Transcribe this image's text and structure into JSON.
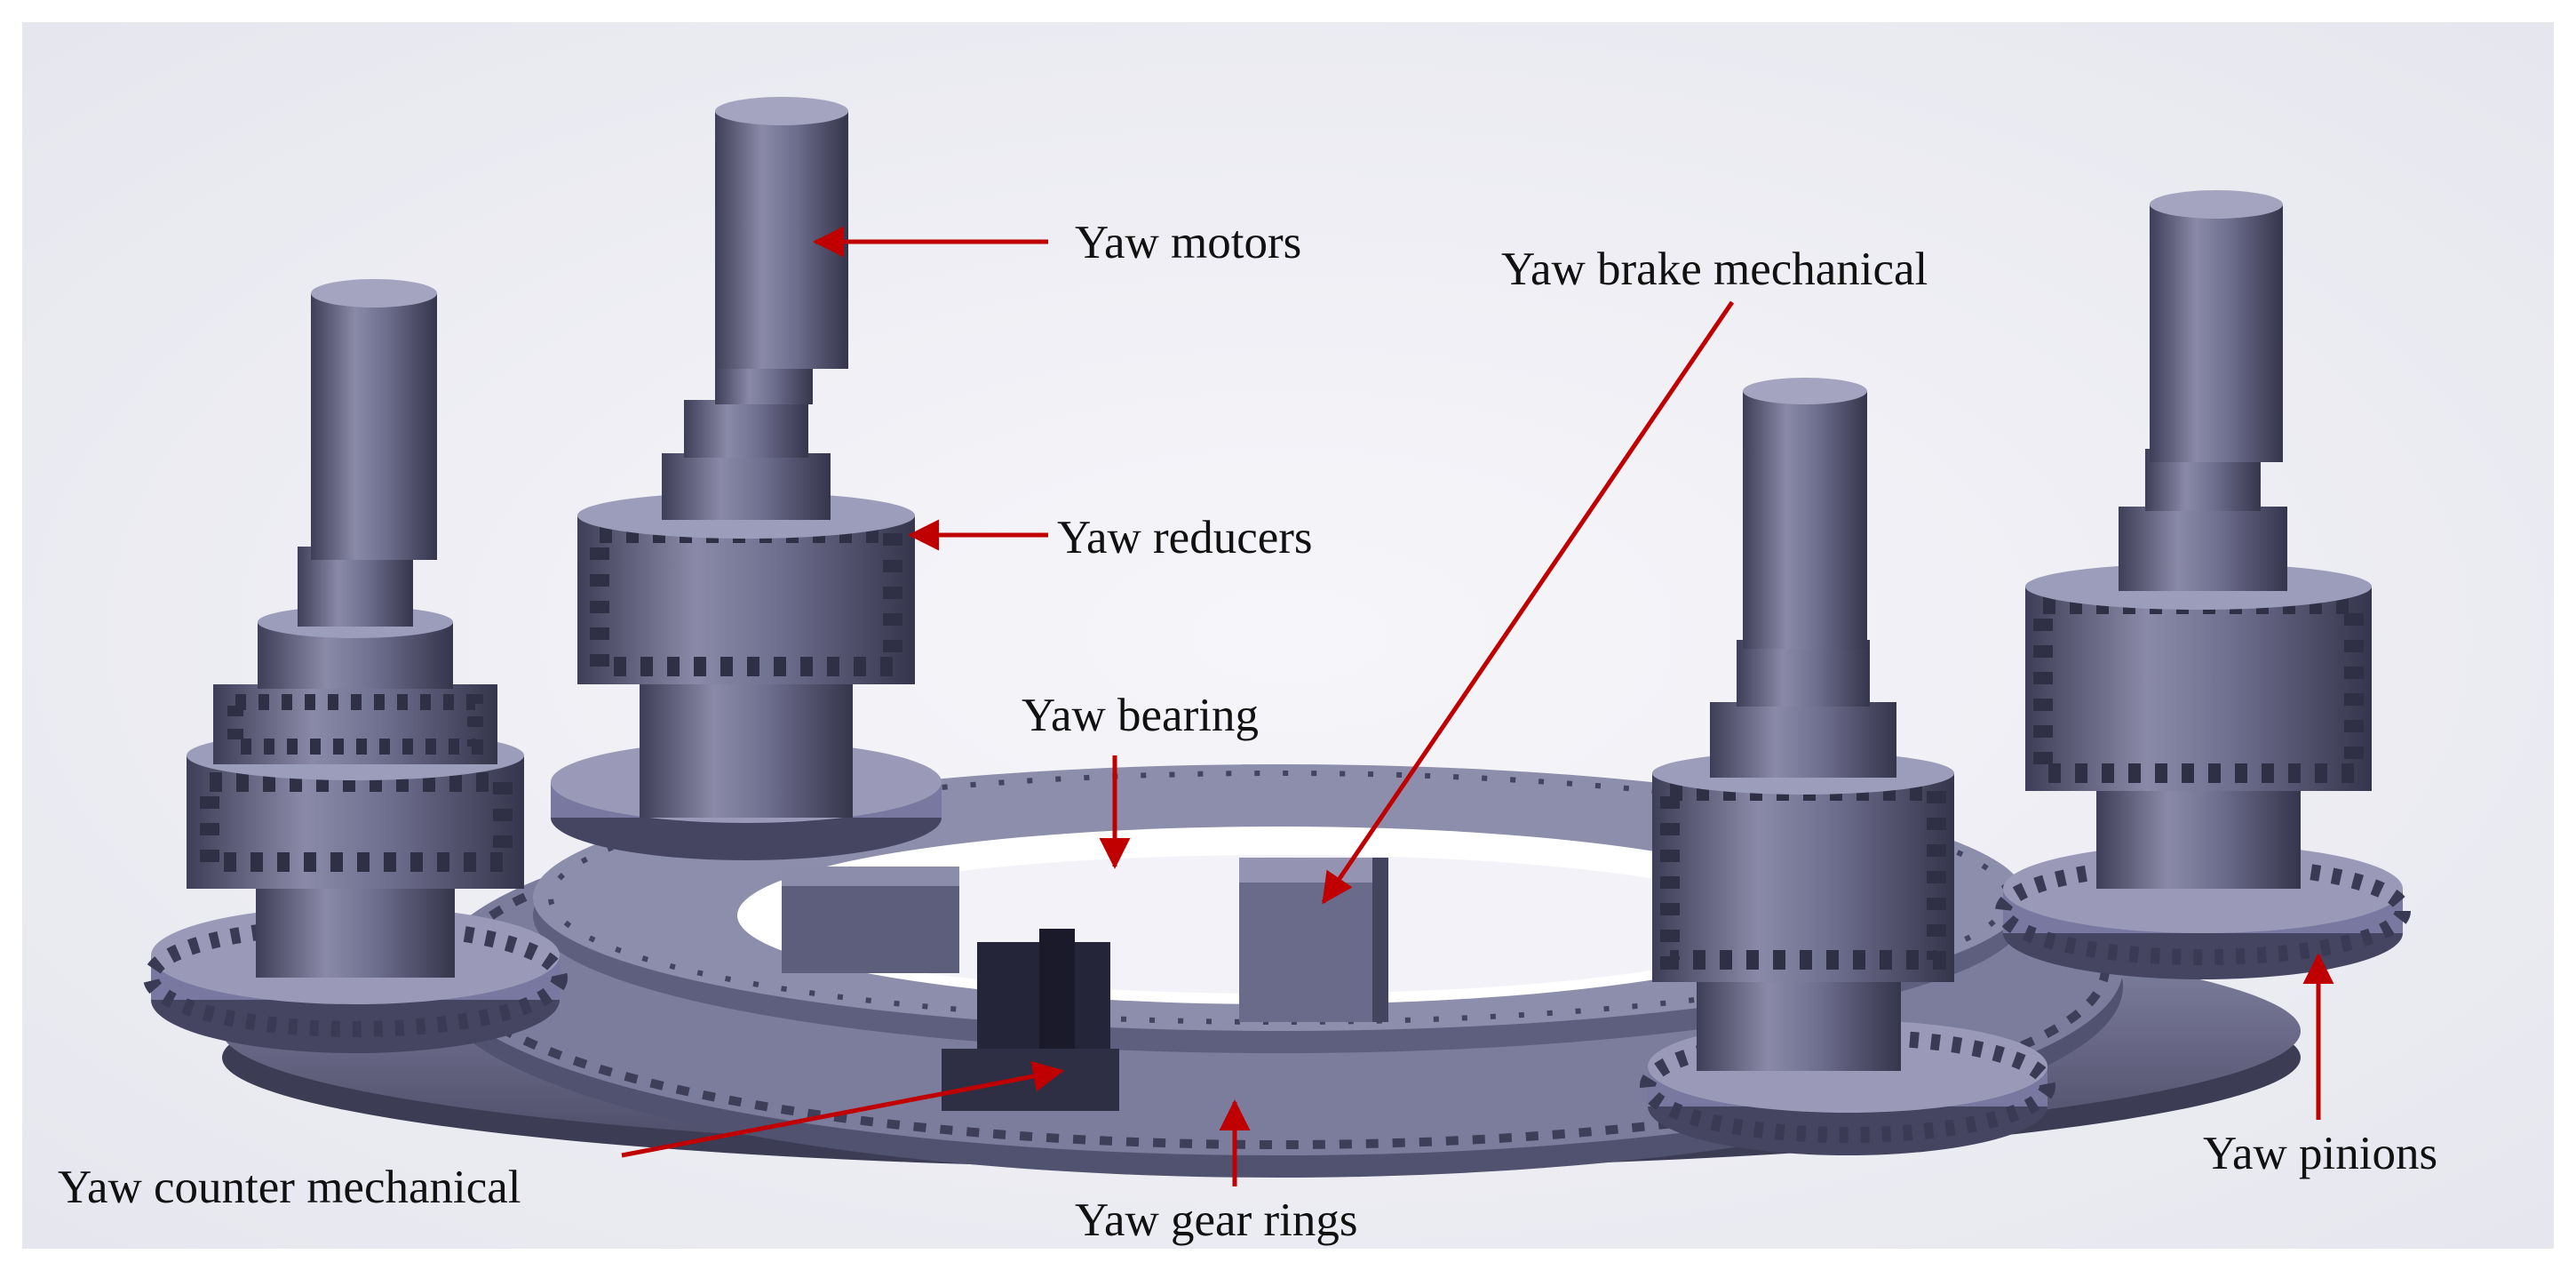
{
  "labels": {
    "yaw_motors": "Yaw motors",
    "yaw_reducers": "Yaw reducers",
    "yaw_brake": "Yaw brake mechanical",
    "yaw_bearing": "Yaw bearing",
    "yaw_counter": "Yaw counter mechanical",
    "yaw_gear_rings": "Yaw gear rings",
    "yaw_pinions": "Yaw pinions"
  },
  "colors": {
    "metal_light": "#8c8ca8",
    "metal_mid": "#6b6b8a",
    "metal_dark": "#4a4a66",
    "metal_shadow": "#333348",
    "background_haze": "#efeff5",
    "arrow": "#c00000"
  }
}
